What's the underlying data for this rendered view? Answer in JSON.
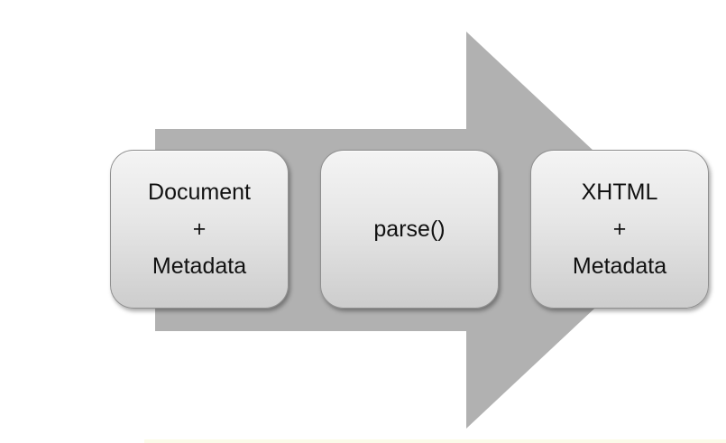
{
  "diagram": {
    "steps": [
      {
        "lines": [
          "Document",
          "+",
          "Metadata"
        ]
      },
      {
        "lines": [
          "parse()"
        ]
      },
      {
        "lines": [
          "XHTML",
          "+",
          "Metadata"
        ]
      }
    ],
    "colors": {
      "arrow": "#b1b1b1",
      "box_top": "#f4f4f4",
      "box_bottom": "#cdcdcd",
      "box_border": "#8f8f8f",
      "text": "#111111"
    }
  }
}
